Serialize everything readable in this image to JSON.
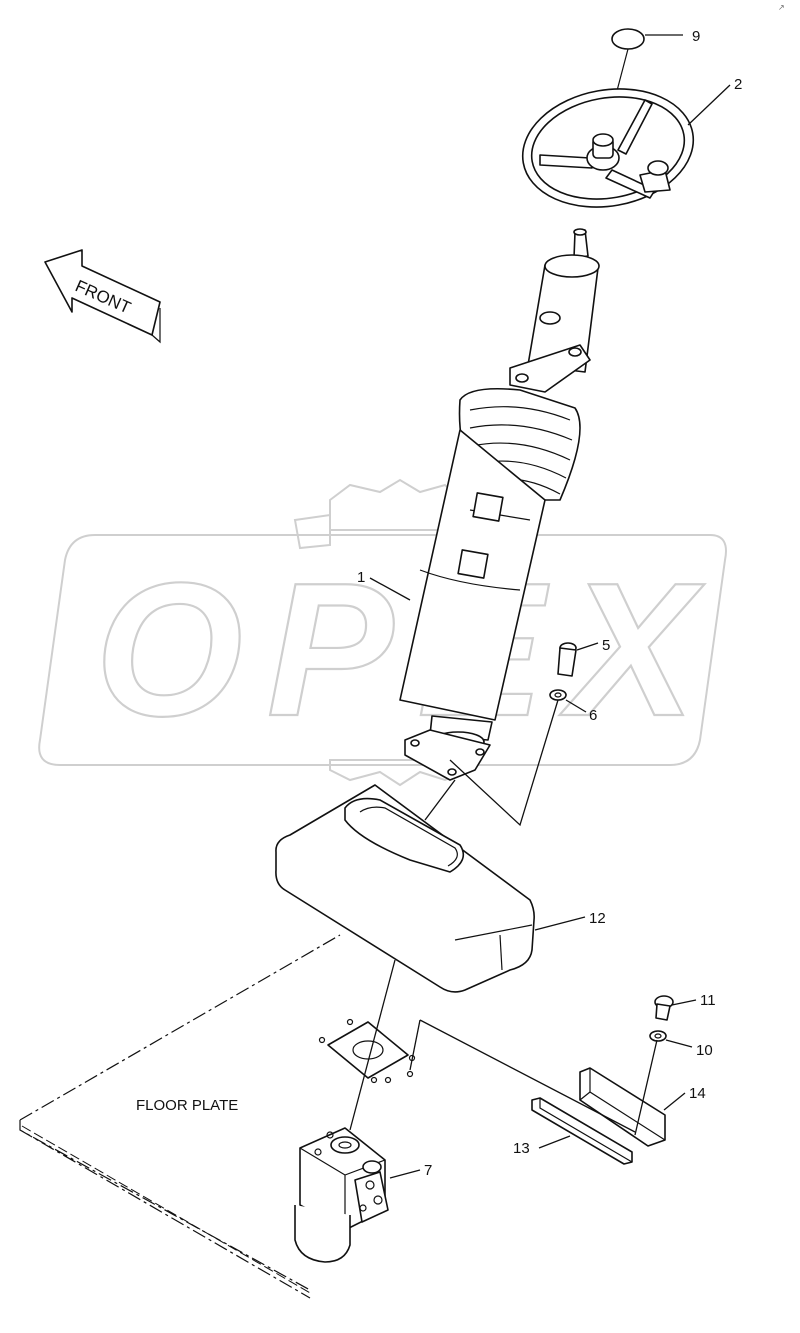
{
  "watermark": {
    "text": "OPEX"
  },
  "front_arrow": {
    "label": "FRONT"
  },
  "floor_plate": {
    "label": "FLOOR PLATE"
  },
  "corner_mark": "↗",
  "callouts": {
    "c1": "1",
    "c2": "2",
    "c5": "5",
    "c6": "6",
    "c7": "7",
    "c9": "9",
    "c10": "10",
    "c11": "11",
    "c12": "12",
    "c13": "13",
    "c14": "14"
  }
}
